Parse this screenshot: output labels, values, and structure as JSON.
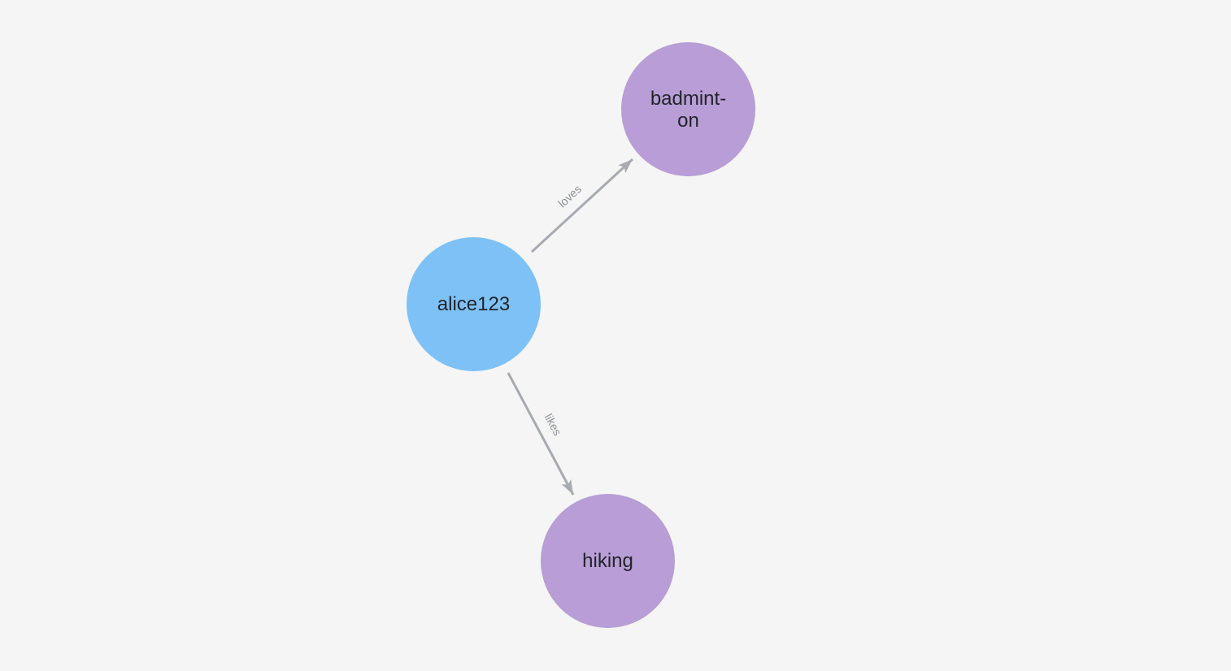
{
  "canvas": {
    "background_color": "#f4f5f4"
  },
  "graph": {
    "nodes": [
      {
        "label": "alice123",
        "display_lines": [
          "alice123"
        ],
        "fill": "#7dc1f7",
        "text_color": "#212529"
      },
      {
        "label": "badminton",
        "display_lines": [
          "badmint-",
          "on"
        ],
        "fill": "#b89dd6",
        "text_color": "#212529"
      },
      {
        "label": "hiking",
        "display_lines": [
          "hiking"
        ],
        "fill": "#b89dd6",
        "text_color": "#212529"
      }
    ],
    "edges": [
      {
        "label": "loves",
        "from": "alice123",
        "to": "badminton",
        "color": "#a7aab1",
        "label_color": "#8d9096"
      },
      {
        "label": "likes",
        "from": "alice123",
        "to": "hiking",
        "color": "#a7aab1",
        "label_color": "#8d9096"
      }
    ]
  }
}
